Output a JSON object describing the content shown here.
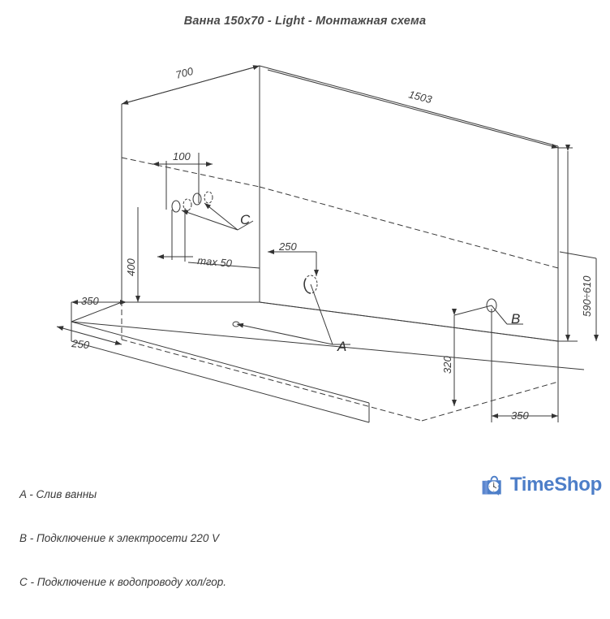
{
  "title": "Ванна 150x70 - Light - Монтажная схема",
  "drawing": {
    "type": "isometric-installation-diagram",
    "dimensions": {
      "top_left_width": "700",
      "top_right_length": "1503",
      "pipe_spacing": "100",
      "pipe_max_offset": "max 50",
      "drain_offset": "250",
      "pipe_height": "400",
      "front_left_offset": "350",
      "front_left_offset2": "250",
      "electric_height": "320",
      "electric_offset": "350",
      "total_height": "590÷610"
    },
    "labels": {
      "drain": "A",
      "electric": "B",
      "water": "C"
    }
  },
  "legend": {
    "lines": [
      "A - Слив ванны",
      "B - Подключение к электросети 220 V",
      "C - Подключение к водопроводу хол/гор."
    ]
  },
  "logo": {
    "text": "TimeShop",
    "icon": "shopping-bag-clock-icon",
    "color": "#4d7ec8"
  }
}
